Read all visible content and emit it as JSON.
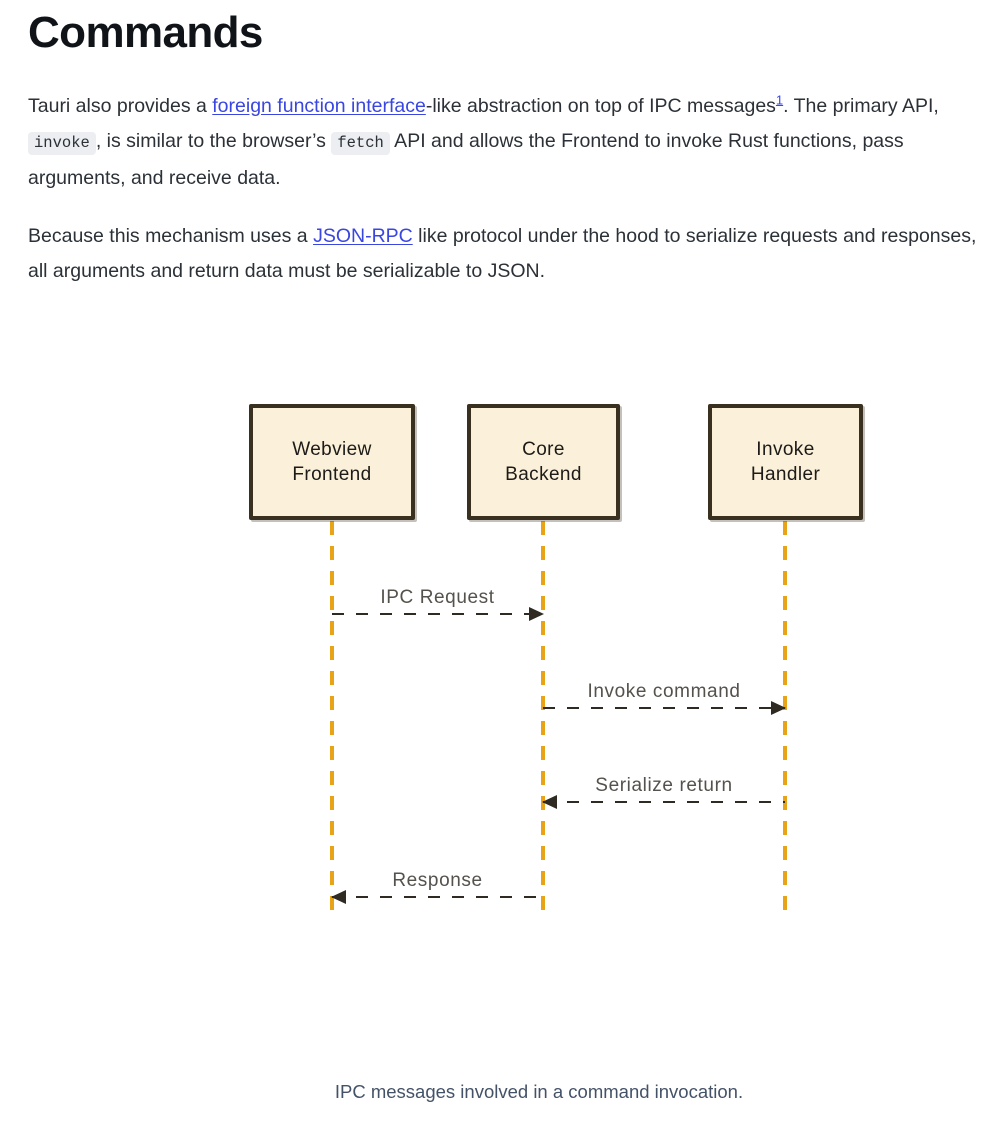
{
  "page": {
    "title": "Commands"
  },
  "prose": {
    "paragraph1": {
      "seg1": "Tauri also provides a ",
      "link1": "foreign function interface",
      "seg2": "-like abstraction on top of IPC messages",
      "footnote_marker": "1",
      "seg3": ". The primary API, ",
      "code1": "invoke",
      "seg4": ", is similar to the browser’s ",
      "code2": "fetch",
      "seg5": " API and allows the Frontend to invoke Rust functions, pass arguments, and receive data."
    },
    "paragraph2": {
      "seg1": "Because this mechanism uses a ",
      "link1": "JSON-RPC",
      "seg2": " like protocol under the hood to serialize requests and responses, all arguments and return data must be serializable to JSON."
    }
  },
  "diagram": {
    "type": "sequence",
    "caption": "IPC messages involved in a command invocation.",
    "colors": {
      "box_fill": "#fbf0d9",
      "box_border": "#3a3020",
      "lifeline": "#e8a317",
      "message": "#2f2a22",
      "message_label": "#55514c"
    },
    "participants": [
      {
        "id": "webview",
        "line1": "Webview",
        "line2": "Frontend"
      },
      {
        "id": "core",
        "line1": "Core",
        "line2": "Backend"
      },
      {
        "id": "handler",
        "line1": "Invoke",
        "line2": "Handler"
      }
    ],
    "messages": [
      {
        "label": "IPC Request",
        "from": "webview",
        "to": "core",
        "direction": "right",
        "style": "dashed"
      },
      {
        "label": "Invoke command",
        "from": "core",
        "to": "handler",
        "direction": "right",
        "style": "dashed"
      },
      {
        "label": "Serialize return",
        "from": "handler",
        "to": "core",
        "direction": "left",
        "style": "dashed"
      },
      {
        "label": "Response",
        "from": "core",
        "to": "webview",
        "direction": "left",
        "style": "dashed"
      }
    ]
  }
}
